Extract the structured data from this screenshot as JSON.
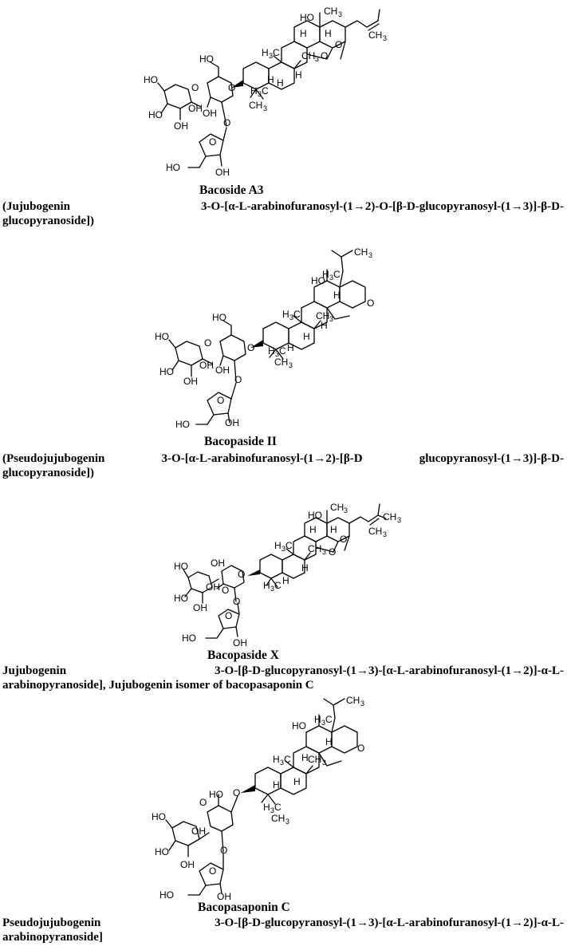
{
  "compounds": [
    {
      "name": "Bacoside A3",
      "desc_line1_left": "(Jujubogenin",
      "desc_line1_right": "3-O-[α-L-arabinofuranosyl-(1→2)-O-[β-D-glucopyranosyl-(1→3)]-β-D-",
      "desc_line2": "glucopyranoside])"
    },
    {
      "name": "Bacopaside II",
      "desc_line1_left": "(Pseudojujubogenin",
      "desc_line1_mid": "3-O-[α-L-arabinofuranosyl-(1→2)-[β-D",
      "desc_line1_right": "glucopyranosyl-(1→3)]-β-D-",
      "desc_line2": "glucopyranoside])"
    },
    {
      "name": "Bacopaside X",
      "desc_line1_left": "Jujubogenin",
      "desc_line1_right": "3-O-[β-D-glucopyranosyl-(1→3)-[α-L-arabinofuranosyl-(1→2)]-α-L-",
      "desc_line2": "arabinopyranoside], Jujubogenin isomer of bacopasaponin C"
    },
    {
      "name": "Bacopasaponin C",
      "desc_line1_left": "Pseudojujubogenin",
      "desc_line1_right": "3-O-[β-D-glucopyranosyl-(1→3)-[α-L-arabinofuranosyl-(1→2)]-α-L-",
      "desc_line2": "arabinopyranoside]"
    }
  ],
  "atom_labels": {
    "HO": "HO",
    "OH": "OH",
    "O": "O",
    "H": "H",
    "H3C": "H3C",
    "CH3": "CH3"
  }
}
